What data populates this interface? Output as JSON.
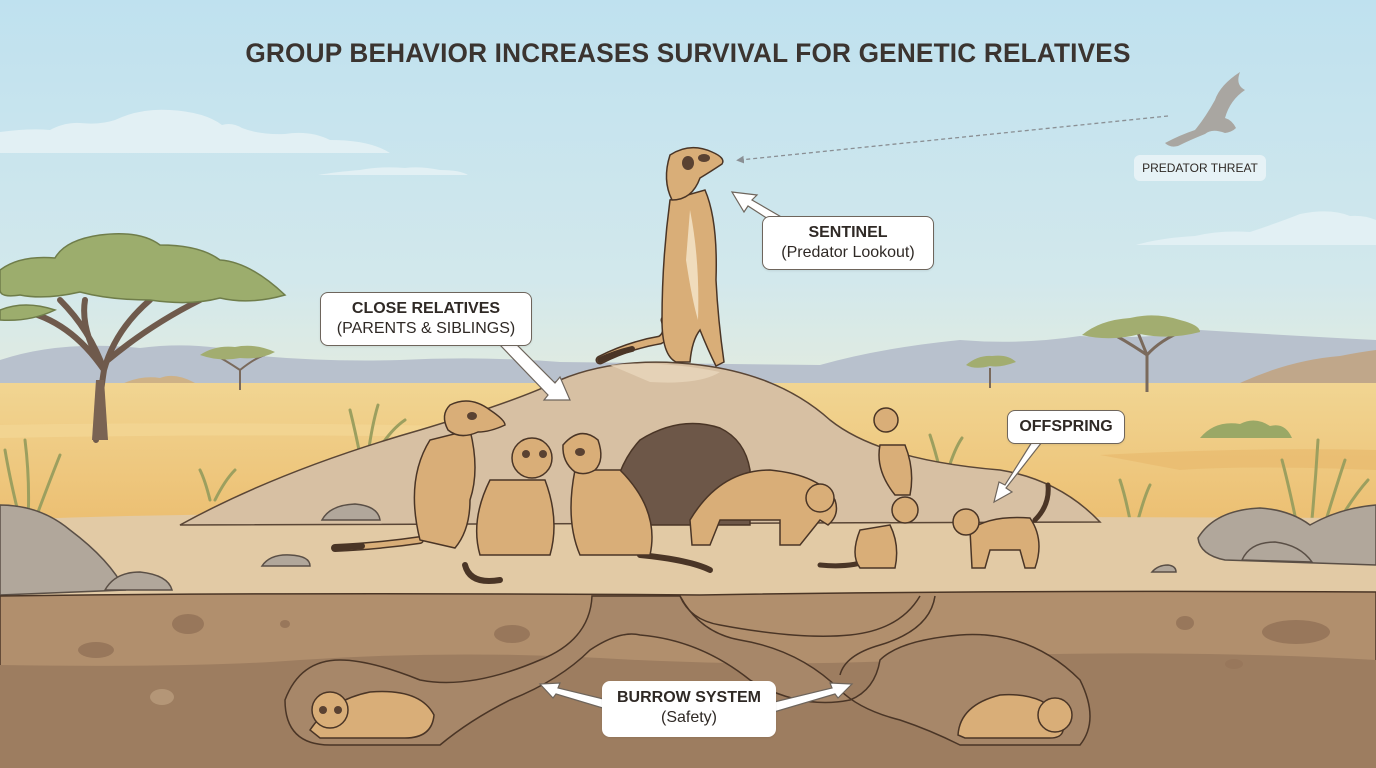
{
  "title": "GROUP BEHAVIOR INCREASES SURVIVAL FOR GENETIC RELATIVES",
  "labels": {
    "predator": {
      "text": "PREDATOR THREAT",
      "icon": "eagle-silhouette-icon"
    },
    "sentinel": {
      "title": "SENTINEL",
      "subtitle": "(Predator Lookout)"
    },
    "close_relatives": {
      "title": "CLOSE RELATIVES",
      "subtitle": "(PARENTS & SIBLINGS)"
    },
    "offspring": {
      "title": "OFFSPRING"
    },
    "burrow": {
      "title": "BURROW SYSTEM",
      "subtitle": "(Safety)"
    }
  },
  "colors": {
    "sky_top": "#bfe1ef",
    "sky_bottom": "#dcebe4",
    "mountains": "#b5bfcc",
    "savanna": "#eecb7f",
    "ground_surface": "#e0c7a2",
    "soil_upper": "#b08f6c",
    "soil_lower": "#9a7a5e",
    "meerkat_fur": "#d9ae78",
    "outline": "#4a3526",
    "tree_canopy": "#9aab6c",
    "callout_text": "#2f2925"
  }
}
